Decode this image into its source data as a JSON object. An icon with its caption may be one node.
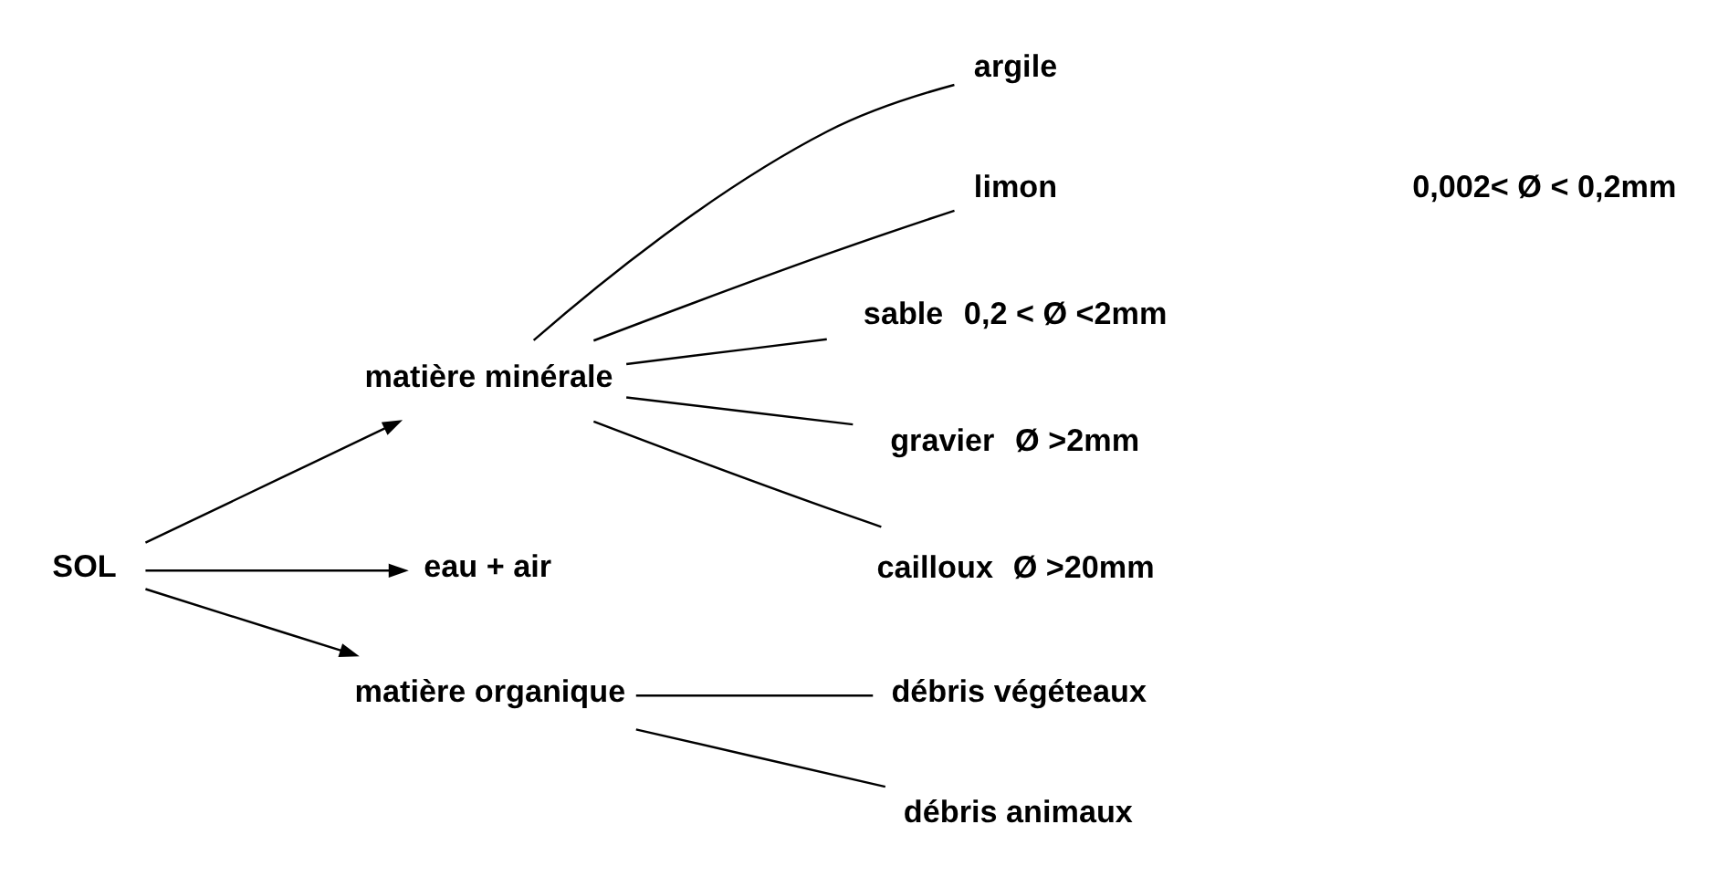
{
  "diagram": {
    "nodes": [
      {
        "text": [
          "SOL"
        ]
      },
      {
        "text": [
          "matière minérale"
        ]
      },
      {
        "text": [
          "eau + air"
        ]
      },
      {
        "text": [
          "matière organique"
        ]
      },
      {
        "text": [
          "argile"
        ]
      },
      {
        "text": [
          "limon"
        ]
      },
      {
        "text": [
          "sable"
        ],
        "beside": [
          "0,2 < Ø <2mm"
        ]
      },
      {
        "text": [
          "gravier"
        ],
        "beside": [
          "Ø >2mm"
        ]
      },
      {
        "text": [
          "cailloux"
        ],
        "beside": [
          "Ø >20mm"
        ]
      },
      {
        "text": [
          "débris végéteaux"
        ]
      },
      {
        "text": [
          "débris animaux"
        ]
      }
    ],
    "edges": [
      {
        "from": 0,
        "to": 1,
        "arrow": "to"
      },
      {
        "from": 0,
        "to": 2,
        "arrow": "to"
      },
      {
        "from": 0,
        "to": 3,
        "arrow": "to"
      },
      {
        "from": 1,
        "to": 4,
        "arrow": "none"
      },
      {
        "from": 1,
        "to": 5,
        "arrow": "none"
      },
      {
        "from": 1,
        "to": 6,
        "arrow": "none"
      },
      {
        "from": 1,
        "to": 7,
        "arrow": "none"
      },
      {
        "from": 1,
        "to": 8,
        "arrow": "none"
      },
      {
        "from": 3,
        "to": 9,
        "arrow": "none"
      },
      {
        "from": 3,
        "to": 10,
        "arrow": "none"
      }
    ],
    "labels": [
      "0,002< Ø < 0,2mm"
    ]
  }
}
